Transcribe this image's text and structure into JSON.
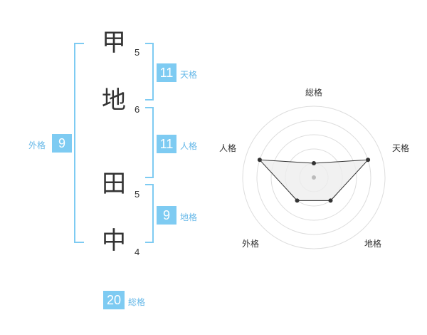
{
  "name": {
    "surname": [
      {
        "char": "甲",
        "strokes": "5"
      },
      {
        "char": "地",
        "strokes": "6"
      }
    ],
    "given": [
      {
        "char": "田",
        "strokes": "5"
      },
      {
        "char": "中",
        "strokes": "4"
      }
    ]
  },
  "kakusu": {
    "tenkaku": {
      "value": "11",
      "label": "天格"
    },
    "jinkaku": {
      "value": "11",
      "label": "人格"
    },
    "chikaku": {
      "value": "9",
      "label": "地格"
    },
    "gaikaku": {
      "value": "9",
      "label": "外格"
    },
    "soukaku": {
      "value": "20",
      "label": "総格"
    }
  },
  "radar": {
    "axes": [
      "総格",
      "天格",
      "地格",
      "外格",
      "人格"
    ],
    "levels": 5,
    "values": [
      1,
      4,
      2,
      2,
      4
    ],
    "colors": {
      "fill": "#eeeeee",
      "line": "#333333",
      "grid": "#dddddd",
      "center": "#bbbbbb"
    }
  },
  "colors": {
    "accent": "#7ecbf2",
    "accent_text": "#66b8e8"
  }
}
